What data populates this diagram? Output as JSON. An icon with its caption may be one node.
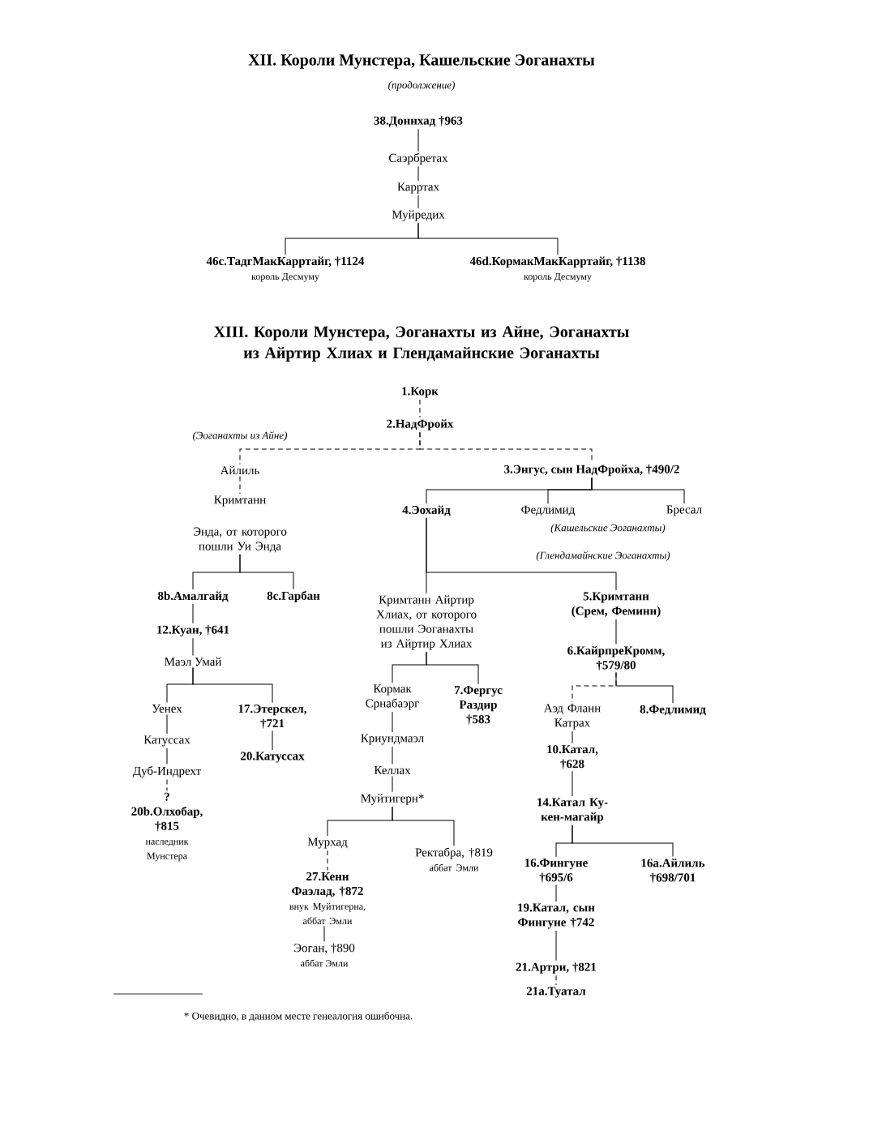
{
  "diagram": {
    "title": "XII. Короли Мунстера, Кашельские Эоганахты",
    "nodes": [
      {
        "text": [
          "38.Доннхад †963"
        ]
      },
      {
        "text": [
          "Саэрбретах"
        ]
      },
      {
        "text": [
          "Карртах"
        ]
      },
      {
        "text": [
          "Муйредих"
        ]
      },
      {
        "text": [
          "46c.ТадгМакКарртайг, †1124",
          "король Десмуму"
        ]
      },
      {
        "text": [
          "46d.КормакМакКарртайг, †1138",
          "король Десмуму"
        ]
      },
      {
        "text": [
          "1.Корк"
        ]
      },
      {
        "text": [
          "2.НадФройх"
        ]
      },
      {
        "text": [
          "Айлиль"
        ]
      },
      {
        "text": [
          "3.Энгус, сын НадФройха, †490/2"
        ]
      },
      {
        "text": [
          "Кримтанн"
        ]
      },
      {
        "text": [
          "4.Эохайд"
        ]
      },
      {
        "text": [
          "Федлимид"
        ]
      },
      {
        "text": [
          "Бресал"
        ]
      },
      {
        "text": [
          "Энда, от которого пошли Уи Энда"
        ]
      },
      {
        "text": [
          "Кримтанн Айртир Хлиах, от которого пошли Эоганахты из Айртир Хлиах"
        ]
      },
      {
        "text": [
          "5.Кримтанн (Срем, Феминн)"
        ]
      },
      {
        "text": [
          "8b.Амалгайд"
        ]
      },
      {
        "text": [
          "8c.Гарбан"
        ]
      },
      {
        "text": [
          "6.КайрпреКромм, †579/80"
        ]
      },
      {
        "text": [
          "12.Куан, †641"
        ]
      },
      {
        "text": [
          "Кормак Срнабаэрг"
        ]
      },
      {
        "text": [
          "7.Фергус Раздир †583"
        ]
      },
      {
        "text": [
          "Маэл Умай"
        ]
      },
      {
        "text": [
          "Аэд Фланн Катрах"
        ]
      },
      {
        "text": [
          "8.Федлимид"
        ]
      },
      {
        "text": [
          "Уенех"
        ]
      },
      {
        "text": [
          "17.Этерскел, †721"
        ]
      },
      {
        "text": [
          "Катуссах"
        ]
      },
      {
        "text": [
          "Криундмаэл"
        ]
      },
      {
        "text": [
          "10.Катал, †628"
        ]
      },
      {
        "text": [
          "20.Катуссах"
        ]
      },
      {
        "text": [
          "Дуб-Индрехт"
        ]
      },
      {
        "text": [
          "Келлах"
        ]
      },
      {
        "text": [
          "Муйтигерн*"
        ]
      },
      {
        "text": [
          "14.Катал Ку-кен-магайр"
        ]
      },
      {
        "text": [
          "? 20b.Олхобар, †815",
          "наследник Мунстера"
        ]
      },
      {
        "text": [
          "Мурхад"
        ]
      },
      {
        "text": [
          "Ректабра, †819",
          "аббат Эмли"
        ]
      },
      {
        "text": [
          "16.Фингуне †695/6"
        ]
      },
      {
        "text": [
          "16a.Айлиль †698/701"
        ]
      },
      {
        "text": [
          "27.Кенн Фаэлад, †872",
          "внук Муйтигерна, аббат Эмли"
        ]
      },
      {
        "text": [
          "19.Катал, сын Фингуне †742"
        ]
      },
      {
        "text": [
          "Эоган, †890",
          "аббат Эмли"
        ]
      },
      {
        "text": [
          "21.Артри, †821"
        ]
      },
      {
        "text": [
          "21a.Туатал"
        ]
      }
    ],
    "edges": [
      {
        "from": 0,
        "to": 1,
        "arrow": "none"
      },
      {
        "from": 1,
        "to": 2,
        "arrow": "none"
      },
      {
        "from": 2,
        "to": 3,
        "arrow": "none"
      },
      {
        "from": 3,
        "to": 4,
        "arrow": "none"
      },
      {
        "from": 3,
        "to": 5,
        "arrow": "none"
      },
      {
        "from": 6,
        "to": 7,
        "arrow": "none",
        "style": "dashed"
      },
      {
        "from": 7,
        "to": 8,
        "arrow": "none",
        "style": "dashed"
      },
      {
        "from": 7,
        "to": 9,
        "arrow": "none",
        "style": "dashed"
      },
      {
        "from": 8,
        "to": 10,
        "arrow": "none",
        "style": "dashed"
      },
      {
        "from": 9,
        "to": 11,
        "arrow": "none"
      },
      {
        "from": 9,
        "to": 12,
        "arrow": "none"
      },
      {
        "from": 9,
        "to": 13,
        "arrow": "none"
      },
      {
        "from": 14,
        "to": 17,
        "arrow": "none"
      },
      {
        "from": 14,
        "to": 18,
        "arrow": "none"
      },
      {
        "from": 11,
        "to": 15,
        "arrow": "none"
      },
      {
        "from": 11,
        "to": 16,
        "arrow": "none"
      },
      {
        "from": 16,
        "to": 19,
        "arrow": "none"
      },
      {
        "from": 17,
        "to": 20,
        "arrow": "none"
      },
      {
        "from": 20,
        "to": 23,
        "arrow": "none"
      },
      {
        "from": 23,
        "to": 26,
        "arrow": "none"
      },
      {
        "from": 23,
        "to": 27,
        "arrow": "none"
      },
      {
        "from": 15,
        "to": 21,
        "arrow": "none"
      },
      {
        "from": 15,
        "to": 22,
        "arrow": "none"
      },
      {
        "from": 19,
        "to": 24,
        "arrow": "none",
        "style": "dashed"
      },
      {
        "from": 19,
        "to": 25,
        "arrow": "none"
      },
      {
        "from": 26,
        "to": 28,
        "arrow": "none"
      },
      {
        "from": 27,
        "to": 31,
        "arrow": "none"
      },
      {
        "from": 28,
        "to": 32,
        "arrow": "none"
      },
      {
        "from": 21,
        "to": 29,
        "arrow": "none"
      },
      {
        "from": 29,
        "to": 33,
        "arrow": "none"
      },
      {
        "from": 33,
        "to": 34,
        "arrow": "none"
      },
      {
        "from": 24,
        "to": 30,
        "arrow": "none"
      },
      {
        "from": 30,
        "to": 35,
        "arrow": "none"
      },
      {
        "from": 32,
        "to": 36,
        "arrow": "none",
        "style": "dashed"
      },
      {
        "from": 34,
        "to": 37,
        "arrow": "none"
      },
      {
        "from": 34,
        "to": 38,
        "arrow": "none"
      },
      {
        "from": 35,
        "to": 39,
        "arrow": "none"
      },
      {
        "from": 35,
        "to": 40,
        "arrow": "none"
      },
      {
        "from": 37,
        "to": 41,
        "arrow": "none",
        "style": "dashed"
      },
      {
        "from": 39,
        "to": 42,
        "arrow": "none"
      },
      {
        "from": 41,
        "to": 43,
        "arrow": "none"
      },
      {
        "from": 42,
        "to": 44,
        "arrow": "none"
      },
      {
        "from": 44,
        "to": 45,
        "arrow": "none",
        "style": "dashed"
      }
    ],
    "labels": [
      "(продолжение)",
      "XIII. Короли Мунстера, Эоганахты из Айне, Эоганахты из Айртир Хлиах и Глендамайнские Эоганахты",
      "(Эоганахты из Айне)",
      "(Кашельские Эоганахты)",
      "(Глендамайнские Эоганахты)",
      "* Очевидно, в данном месте генеалогия ошибочна."
    ]
  }
}
